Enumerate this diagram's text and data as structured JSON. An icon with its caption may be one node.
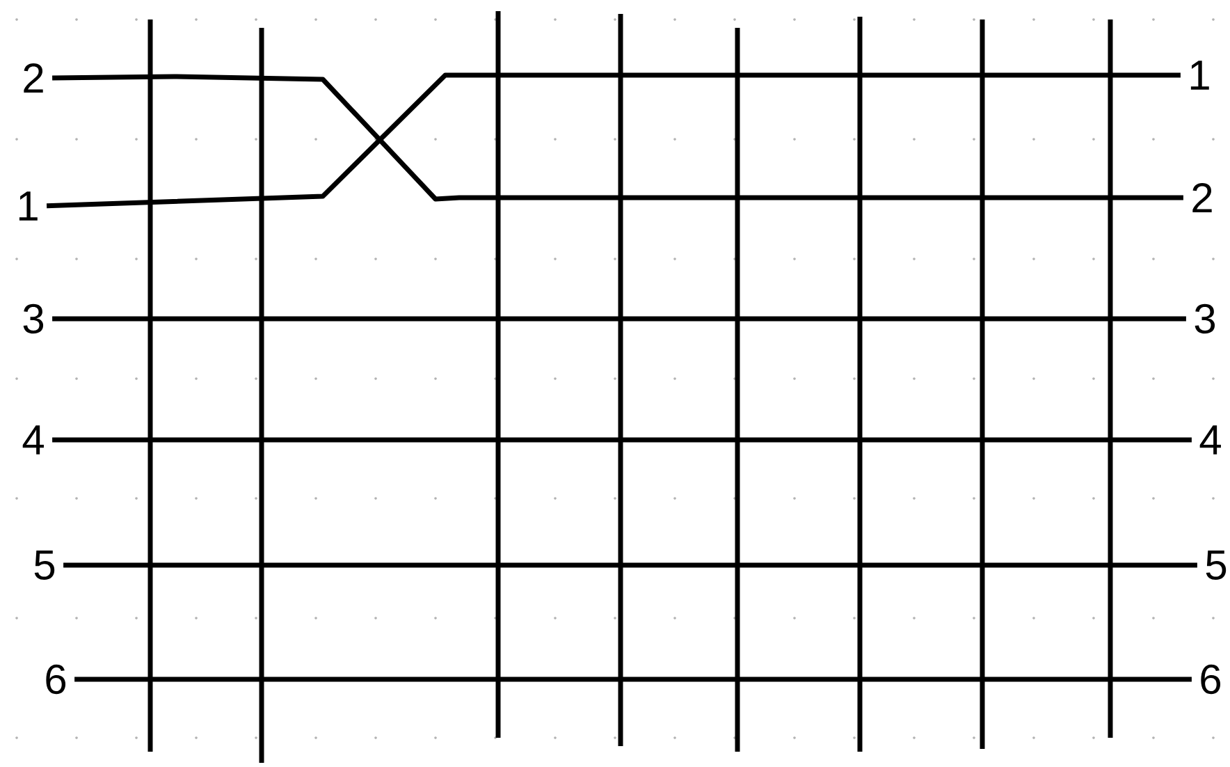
{
  "diagram": {
    "nodes": [
      {
        "text": [
          "2"
        ]
      },
      {
        "text": [
          "1"
        ]
      },
      {
        "text": [
          "3"
        ]
      },
      {
        "text": [
          "4"
        ]
      },
      {
        "text": [
          "5"
        ]
      },
      {
        "text": [
          "6"
        ]
      },
      {
        "text": [
          "1"
        ]
      },
      {
        "text": [
          "2"
        ]
      },
      {
        "text": [
          "3"
        ]
      },
      {
        "text": [
          "4"
        ]
      },
      {
        "text": [
          "5"
        ]
      },
      {
        "text": [
          "6"
        ]
      }
    ],
    "edges": [
      {
        "from": 0,
        "to": 7,
        "arrow": "none"
      },
      {
        "from": 1,
        "to": 6,
        "arrow": "none"
      },
      {
        "from": 2,
        "to": 8,
        "arrow": "none"
      },
      {
        "from": 3,
        "to": 9,
        "arrow": "none"
      },
      {
        "from": 4,
        "to": 10,
        "arrow": "none"
      },
      {
        "from": 5,
        "to": 11,
        "arrow": "none"
      }
    ]
  }
}
